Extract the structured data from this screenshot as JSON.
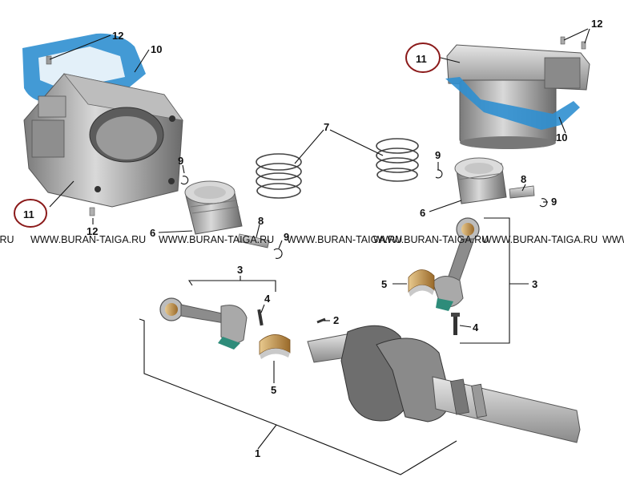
{
  "watermark": {
    "text": "WWW.BURAN-TAIGA.RU",
    "text_left_partial": ".RU",
    "text_right_partial": "WWW"
  },
  "callouts": {
    "crankshaft": "1",
    "crank_pin": "2",
    "conrod_left": "3",
    "conrod_right": "3",
    "bolt_left": "4",
    "bolt_right": "4",
    "bearing_left": "5",
    "bearing_right": "5",
    "piston_left": "6",
    "piston_right": "6",
    "piston_rings": "7",
    "piston_pin_left": "8",
    "piston_pin_right": "8",
    "circlip_left_top": "9",
    "circlip_left_bottom": "9",
    "circlip_right_top": "9",
    "circlip_right_side": "9",
    "gasket_left": "10",
    "gasket_right": "10",
    "cylinder_left": "11",
    "cylinder_right": "11",
    "dowel_left_top": "12",
    "dowel_left_bottom": "12",
    "dowel_right": "12"
  },
  "colors": {
    "gasket": "#2f8fd0",
    "metal_light": "#c9c9c9",
    "metal_dark": "#6e6e6e",
    "bronze": "#b9843c",
    "highlight_circle": "#8b1a1a"
  }
}
